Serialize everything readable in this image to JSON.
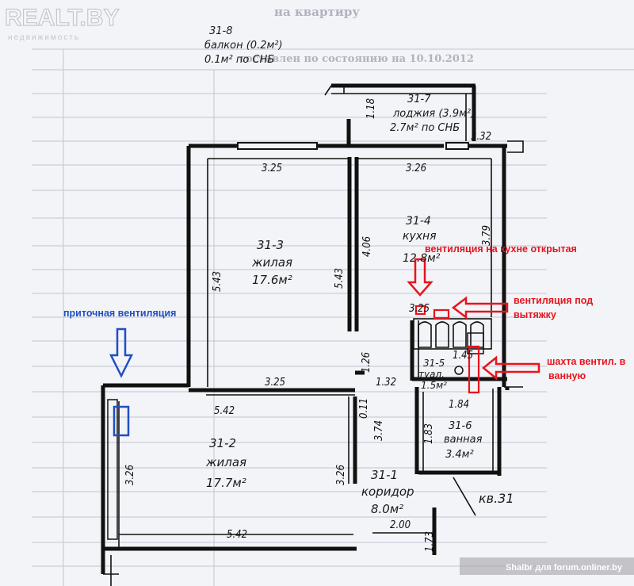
{
  "watermark": {
    "logo": "REALT.BY",
    "tagline": "недвижимость"
  },
  "background_doc": {
    "heading": "на квартиру",
    "subheading": "составлен по состоянию на 10.10.2012"
  },
  "rooms": [
    {
      "code": "31-8",
      "name": "балкон (0.2м²)",
      "area": "0.1м² по СНБ"
    },
    {
      "code": "31-7",
      "name": "лоджия (3.9м²)",
      "area": "2.7м² по СНБ"
    },
    {
      "code": "31-3",
      "name": "жилая",
      "area": "17.6м²"
    },
    {
      "code": "31-4",
      "name": "кухня",
      "area": "12.8м²"
    },
    {
      "code": "31-5",
      "name": "туал.",
      "area": "1.5м²"
    },
    {
      "code": "31-6",
      "name": "ванная",
      "area": "3.4м²"
    },
    {
      "code": "31-2",
      "name": "жилая",
      "area": "17.7м²"
    },
    {
      "code": "31-1",
      "name": "коридор",
      "area": "8.0м²"
    }
  ],
  "dimensions": {
    "d118": "1.18",
    "d332": "3.32",
    "d325a": "3.25",
    "d326a": "3.26",
    "d406": "4.06",
    "d379": "3.79",
    "d543a": "5.43",
    "d543b": "5.43",
    "d325b": "3.25",
    "d145": "1.45",
    "d126": "1.26",
    "d132": "1.32",
    "d325c": "3.25",
    "d542a": "5.42",
    "d011": "0.11",
    "d374": "3.74",
    "d184": "1.84",
    "d183": "1.83",
    "d326b": "3.26",
    "d326c": "3.26",
    "d542b": "5.42",
    "d200": "2.00",
    "d173": "1.73"
  },
  "apartment_label": "кв.31",
  "annotations": {
    "kitchen_vent": "вентиляция на кухне открытая",
    "hood_vent_line1": "вентиляция под",
    "hood_vent_line2": "вытяжку",
    "shaft_line1": "шахта вентил. в",
    "shaft_line2": "ванную",
    "supply_vent": "приточная вентиляция"
  },
  "colors": {
    "annotation_red": "#e8141c",
    "annotation_blue": "#1f4fc4",
    "paper": "#f3f4f8",
    "ink": "#111111"
  },
  "footer_credit": "Shalbr для forum.onliner.by"
}
